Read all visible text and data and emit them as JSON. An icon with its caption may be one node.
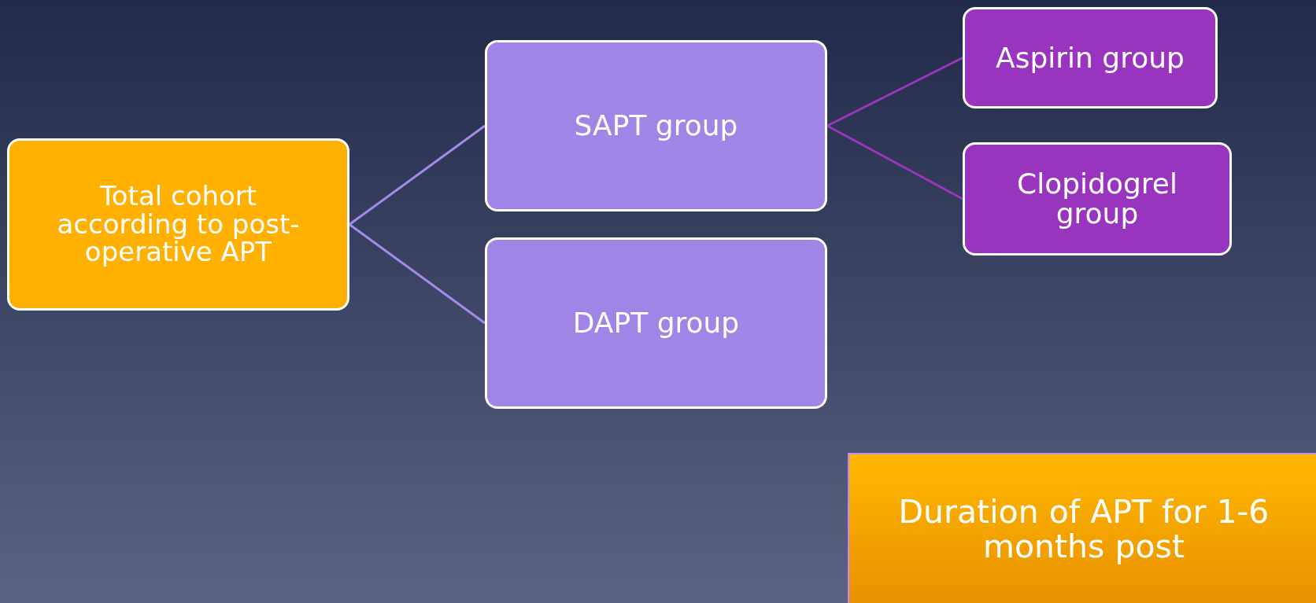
{
  "diagram": {
    "nodes": [
      {
        "text": [
          "Total cohort according to post-operative APT"
        ]
      },
      {
        "text": [
          "SAPT group"
        ]
      },
      {
        "text": [
          "DAPT group"
        ]
      },
      {
        "text": [
          "Aspirin group"
        ]
      },
      {
        "text": [
          "Clopidogrel group"
        ]
      },
      {
        "text": [
          "Duration of APT for 1-6 months post"
        ]
      }
    ],
    "edges": [
      {
        "from": 0,
        "to": 1,
        "arrow": "none",
        "color": "#a48ae8"
      },
      {
        "from": 0,
        "to": 2,
        "arrow": "none",
        "color": "#a48ae8"
      },
      {
        "from": 1,
        "to": 3,
        "arrow": "none",
        "color": "#9b35c0"
      },
      {
        "from": 1,
        "to": 4,
        "arrow": "none",
        "color": "#9b35c0"
      }
    ]
  }
}
